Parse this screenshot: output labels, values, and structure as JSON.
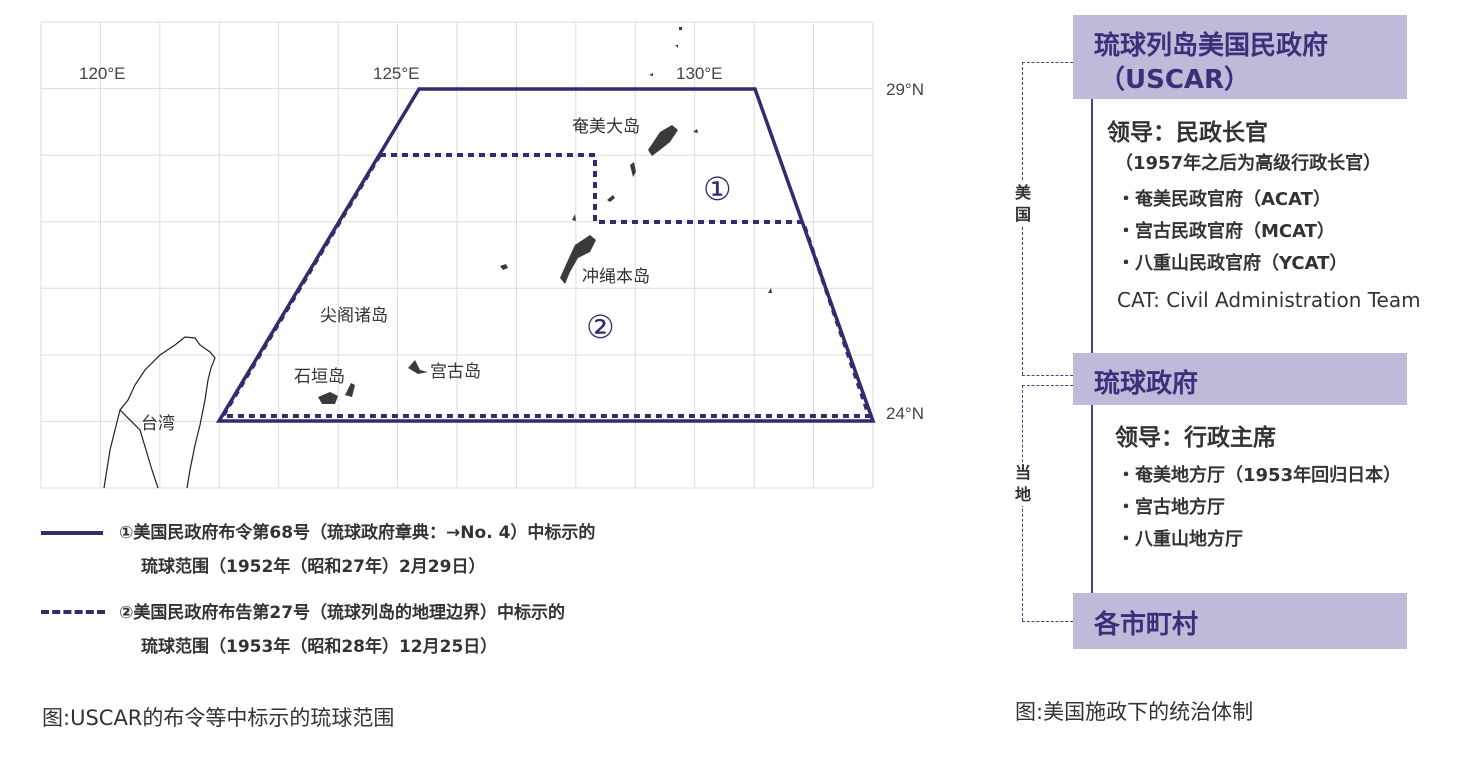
{
  "map": {
    "lon_labels": [
      "120°E",
      "125°E",
      "130°E"
    ],
    "lat_labels": [
      "29°N",
      "24°N"
    ],
    "places": {
      "amami": "奄美大岛",
      "okinawa": "冲绳本岛",
      "senkaku": "尖阁诸岛",
      "ishigaki": "石垣岛",
      "miyako": "宫古岛",
      "taiwan": "台湾"
    },
    "region_markers": [
      "①",
      "②"
    ],
    "line_color": "#352a6e"
  },
  "legend": [
    {
      "style": "solid",
      "line1": "①美国民政府布令第68号（琉球政府章典：→No. 4）中标示的",
      "line2": "琉球范围（1952年（昭和27年）2月29日）"
    },
    {
      "style": "dashed",
      "line1": "②美国民政府布告第27号（琉球列岛的地理边界）中标示的",
      "line2": "琉球范围（1953年（昭和28年）12月25日）"
    }
  ],
  "left_caption": "图:USCAR的布令等中标示的琉球范围",
  "org": {
    "uscar": {
      "title": "琉球列岛美国民政府",
      "abbr": "（USCAR）",
      "leader": "领导：民政长官",
      "note": "（1957年之后为高级行政长官）",
      "items": [
        "・奄美民政官府（ACAT）",
        "・宫古民政官府（MCAT）",
        "・八重山民政官府（YCAT）"
      ],
      "footnote": "CAT: Civil Administration Team"
    },
    "grg": {
      "title": "琉球政府",
      "leader": "领导：行政主席",
      "items": [
        "・奄美地方厅（1953年回归日本）",
        "・宫古地方厅",
        "・八重山地方厅"
      ]
    },
    "muni": {
      "title": "各市町村"
    },
    "side_labels": {
      "us": "美国",
      "local": "当地"
    },
    "box_color": "#c1b9d9",
    "title_color": "#3d2e7a"
  },
  "right_caption": "图:美国施政下的统治体制"
}
